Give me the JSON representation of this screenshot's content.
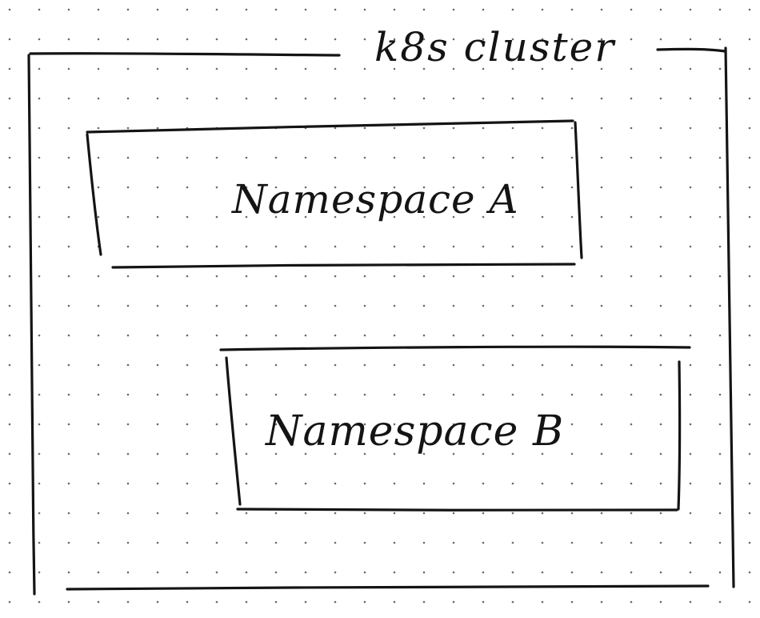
{
  "background": {
    "paper": "dot-grid",
    "paper_color": "#ffffff",
    "dot_color": "#6b6b6b",
    "ink_color": "#141414"
  },
  "diagram": {
    "cluster": {
      "label": "k8s cluster"
    },
    "namespaces": [
      {
        "label": "Namespace A"
      },
      {
        "label": "Namespace B"
      }
    ]
  }
}
